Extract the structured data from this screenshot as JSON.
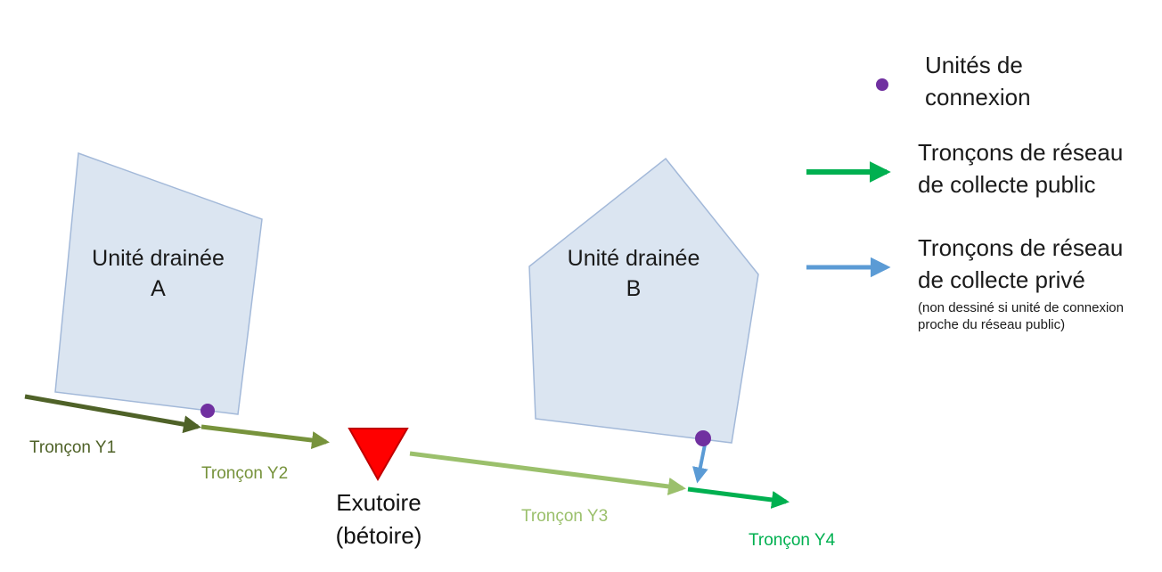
{
  "colors": {
    "unit_fill": "#dbe5f1",
    "unit_border": "#a3b9d9",
    "troncon_y1": "#4f6228",
    "troncon_y2": "#77933c",
    "troncon_y3": "#9bc06c",
    "troncon_y4": "#00b050",
    "private_blue": "#5b9bd5",
    "connection_purple": "#7030a0",
    "outlet_red": "#ff0000",
    "outlet_red_border": "#c00000"
  },
  "diagram": {
    "units": [
      {
        "label": "Unité drainée",
        "id": "A"
      },
      {
        "label": "Unité drainée",
        "id": "B"
      }
    ],
    "troncons": [
      {
        "label": "Tronçon Y1"
      },
      {
        "label": "Tronçon Y2"
      },
      {
        "label": "Tronçon Y3"
      },
      {
        "label": "Tronçon Y4"
      }
    ],
    "outlet": {
      "line1": "Exutoire",
      "line2": "(bétoire)"
    }
  },
  "legend": {
    "connection": "Unités de connexion",
    "public": "Tronçons de réseau de collecte public",
    "private": "Tronçons de réseau de collecte privé",
    "private_note": "(non dessiné si unité de connexion proche du réseau public)"
  }
}
